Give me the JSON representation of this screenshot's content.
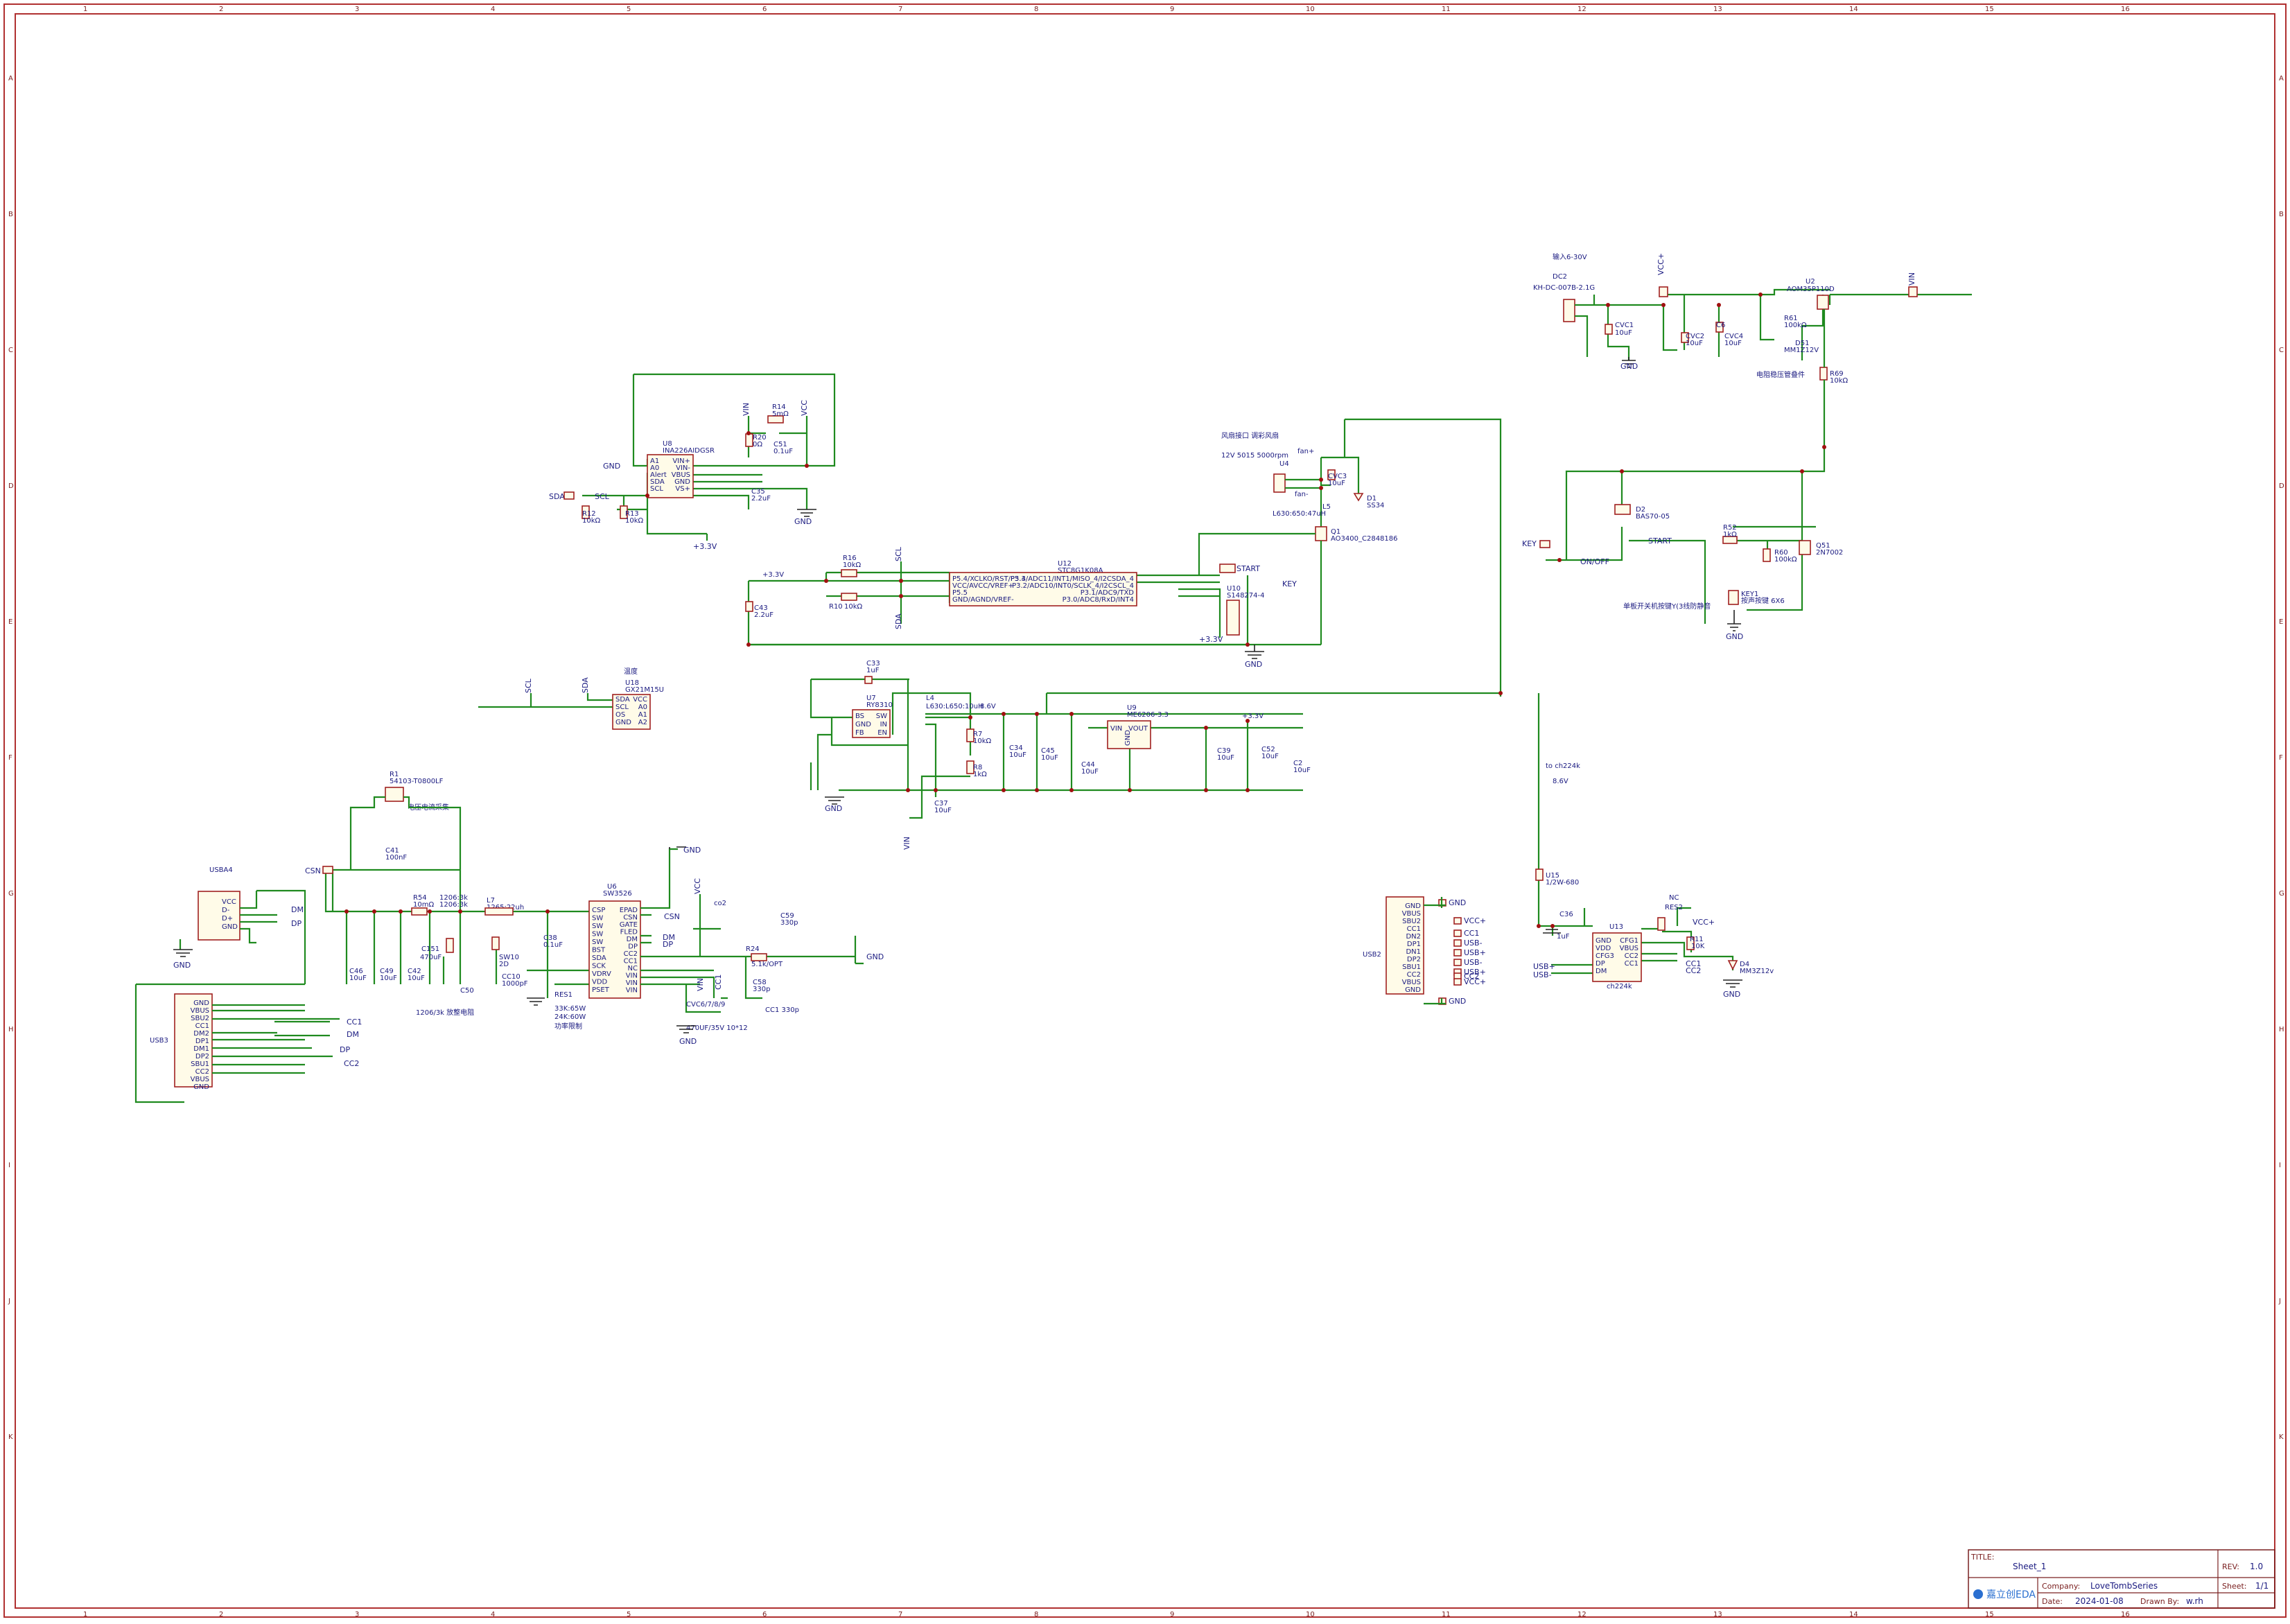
{
  "title_block": {
    "title_label": "TITLE:",
    "title": "Sheet_1",
    "rev_label": "REV:",
    "rev": "1.0",
    "company_label": "Company:",
    "company": "LoveTombSeries",
    "sheet_label": "Sheet:",
    "sheet": "1/1",
    "date_label": "Date:",
    "date": "2024-01-08",
    "drawn_label": "Drawn By:",
    "drawn_by": "w.rh",
    "logo_text": "嘉立创EDA"
  },
  "grid": {
    "columns": [
      "1",
      "2",
      "3",
      "4",
      "5",
      "6",
      "7",
      "8",
      "9",
      "10",
      "11",
      "12",
      "13",
      "14",
      "15",
      "16"
    ],
    "rows": [
      "A",
      "B",
      "C",
      "D",
      "E",
      "F",
      "G",
      "H",
      "I",
      "J",
      "K"
    ]
  },
  "colors": {
    "wire": "#1f8a1f",
    "part": "#a02020",
    "text": "#1a1a80",
    "frame": "#b03030"
  },
  "input": {
    "note": "输入6-30V",
    "dc_ref": "DC2",
    "dc_part": "KH-DC-007B-2.1G",
    "vccp": "VCC+",
    "u2_ref": "U2",
    "u2_part": "AOM35P110D",
    "vin": "VIN",
    "cvc1": "CVC1",
    "cvc1_val": "10uF",
    "cvc2": "CVC2",
    "cvc2_val": "10uF",
    "c6": "C6",
    "cvc4": "CVC4",
    "cvc4_val": "10uF",
    "r61": "R61",
    "r61_val": "100kΩ",
    "d51": "D51",
    "d51_val": "MM1Z12V",
    "note2": "电阻稳压管叠件",
    "r69": "R69",
    "r69_val": "10kΩ",
    "gnd": "GND"
  },
  "power_switch": {
    "key": "KEY",
    "d2": "D2",
    "d2_val": "BAS70-05",
    "onoff": "ON/OFF",
    "start": "START",
    "r52": "R52",
    "r52_val": "1kΩ",
    "r60": "R60",
    "r60_val": "100kΩ",
    "q51": "Q51",
    "q51_val": "2N7002",
    "key1": "KEY1",
    "key1_val": "按声按键 6X6",
    "note": "单板开关机按键Y(3线防静音",
    "gnd": "GND"
  },
  "fan": {
    "note1": "风扇接口 调彩风扇",
    "note2": "12V 5015 5000rpm",
    "u4": "U4",
    "fan_pos": "fan+",
    "fan_neg": "fan-",
    "cvc3": "CVC3",
    "cvc3_val": "10uF",
    "d1": "D1",
    "d1_val": "SS34",
    "l5": "L5",
    "l5_val": "L630:650:47uH",
    "q1": "Q1",
    "q1_val": "AO3400_C2848186"
  },
  "ina": {
    "u8": "U8",
    "u8_part": "INA226AIDGSR",
    "pins_left": [
      "A1",
      "A0",
      "Alert",
      "SDA",
      "SCL"
    ],
    "pins_right": [
      "VIN+",
      "VIN-",
      "VBUS",
      "GND",
      "VS+"
    ],
    "vin": "VIN",
    "vcc": "VCC",
    "r14": "R14",
    "r14_val": "5mΩ",
    "r20": "R20",
    "r20_val": "0Ω",
    "c51": "C51",
    "c51_val": "0.1uF",
    "c35": "C35",
    "c35_val": "2.2uF",
    "r12": "R12",
    "r12_val": "10kΩ",
    "r13": "R13",
    "r13_val": "10kΩ",
    "sda": "SDA",
    "scl": "SCL",
    "gnd": "GND",
    "p33": "+3.3V"
  },
  "mcu": {
    "u12": "U12",
    "u12_part": "STC8G1K08A",
    "pins_left": [
      "P5.4/XCLKO/RST/P5.4",
      "VCC/AVCC/VREF+",
      "P5.5",
      "GND/AGND/VREF-"
    ],
    "pins_right": [
      "P3.3/ADC11/INT1/MISO_4/I2CSDA_4",
      "P3.2/ADC10/INT0/SCLK_4/I2CSCL_4",
      "P3.1/ADC9/TXD",
      "P3.0/ADC8/RxD/INT4"
    ],
    "r16": "R16",
    "r16_val": "10kΩ",
    "r10": "R10",
    "r10_val": "10kΩ",
    "c43": "C43",
    "c43_val": "2.2uF",
    "p33": "+3.3V",
    "scl": "SCL",
    "sda": "SDA",
    "start": "START",
    "key": "KEY",
    "u10": "U10",
    "u10_part": "S148274-4",
    "gnd": "GND"
  },
  "temp": {
    "note": "温度",
    "scl": "SCL",
    "sda": "SDA",
    "u18": "U18",
    "u18_part": "GX21M15U",
    "pins_left": [
      "SDA",
      "SCL",
      "OS",
      "GND"
    ],
    "pins_right": [
      "VCC",
      "A0",
      "A1",
      "A2"
    ]
  },
  "buck": {
    "c33": "C33",
    "c33_val": "1uF",
    "u7": "U7",
    "u7_part": "RY8310",
    "pins": [
      "BS",
      "GND",
      "FB",
      "SW",
      "IN",
      "EN"
    ],
    "l4": "L4",
    "l4_val": "L630:L650:10uH",
    "v86": "8.6V",
    "r7": "R7",
    "r7_val": "10kΩ",
    "r8": "R8",
    "r8_val": "1kΩ",
    "c34": "C34",
    "c34_val": "10uF",
    "c45": "C45",
    "c45_val": "10uF",
    "c37": "C37",
    "c37_val": "10uF",
    "vin": "VIN",
    "gnd": "GND"
  },
  "ldo": {
    "u9": "U9",
    "u9_part": "ME6206-3.3",
    "pins": [
      "VIN",
      "VOUT",
      "GND"
    ],
    "c44": "C44",
    "c44_val": "10uF",
    "c39": "C39",
    "c39_val": "10uF",
    "c52": "C52",
    "c52_val": "10uF",
    "c2": "C2",
    "c2_val": "10uF",
    "p33": "+3.3V"
  },
  "sense": {
    "r1": "R1",
    "r1_part": "54103-T0800LF",
    "note": "电压电流采集",
    "csn": "CSN",
    "c41": "C41",
    "c41_val": "100nF",
    "r54": "R54",
    "r54_val": "10mΩ",
    "r1206": "1206:3k",
    "l7": "L7",
    "l7_val": "1265:22uh",
    "c151": "C151",
    "c151_val": "470uF",
    "c46": "C46",
    "c46_val": "10uF",
    "c49": "C49",
    "c49_val": "10uF",
    "c42": "C42",
    "c42_val": "10uF",
    "c50": "C50",
    "note2": "1206/3k 放整电阻",
    "sw10": "SW10",
    "sw10_val": "2D",
    "cc10": "CC10",
    "cc10_val": "1000pF",
    "c38": "C38",
    "c38_val": "0.1uF"
  },
  "pd": {
    "u6": "U6",
    "u6_part": "SW3526",
    "pins_left": [
      "CSP",
      "SW",
      "SW",
      "SW",
      "SW",
      "BST",
      "SDA",
      "SCK",
      "VDRV",
      "VDD",
      "PSET"
    ],
    "pins_right": [
      "EPAD",
      "CSN",
      "GATE",
      "FLED",
      "DM",
      "DP",
      "CC2",
      "CC1",
      "NC",
      "VIN",
      "VIN",
      "VIN"
    ],
    "gnd": "GND",
    "vccp": "VCC",
    "co2": "co2",
    "csn": "CSN",
    "dm": "DM",
    "dp": "DP",
    "cc2": "CC2",
    "cc1": "CC1",
    "vin": "VIN",
    "c59": "C59",
    "c59_val": "330p",
    "r24": "R24",
    "r24_val": "5.1k/OPT",
    "c58": "C58",
    "c58_val": "330p",
    "cc1_val": "CC1 330p",
    "res1": "RES1",
    "res1_note1": "33K:65W",
    "res1_note2": "24K:60W",
    "res1_note3": "功率限制",
    "cvc": "CVC6/7/8/9",
    "cvc_val": "470UF/35V 10*12"
  },
  "usba": {
    "ref": "USBA4",
    "pins": [
      "VCC",
      "D-",
      "D+",
      "GND"
    ],
    "dm": "DM",
    "dp": "DP",
    "gnd": "GND"
  },
  "usbc1": {
    "ref": "USB3",
    "pins": [
      "GND",
      "VBUS",
      "SBU2",
      "CC1",
      "DM2",
      "DP1",
      "DM1",
      "DP2",
      "SBU1",
      "CC2",
      "VBUS",
      "GND"
    ],
    "cc1": "CC1",
    "dm": "DM",
    "dp": "DP",
    "cc2": "CC2"
  },
  "usbc2": {
    "ref": "USB2",
    "pins": [
      "GND",
      "VBUS",
      "SBU2",
      "CC1",
      "DN2",
      "DP1",
      "DN1",
      "DP2",
      "SBU1",
      "CC2",
      "VBUS",
      "GND"
    ],
    "nets": [
      "GND",
      "VCC+",
      "CC1",
      "USB-",
      "USB+",
      "USB-",
      "USB+",
      "CC2",
      "VCC+",
      "GND"
    ]
  },
  "ch224": {
    "note": "to ch224k",
    "v86": "8.6V",
    "u15": "U15",
    "u15_val": "1/2W-680",
    "c36": "C36",
    "c36_val": "1uF",
    "u13": "U13",
    "u13_part": "ch224k",
    "pins_left": [
      "GND",
      "VDD",
      "CFG3",
      "DP",
      "DM"
    ],
    "pins_right": [
      "CFG1",
      "VBUS",
      "CC2",
      "CC1"
    ],
    "nc": "NC",
    "res2": "RES2",
    "r11": "R11",
    "r11_val": "10K",
    "d4": "D4",
    "d4_val": "MM3Z12v",
    "vccp": "VCC+",
    "usbp": "USB+",
    "usbm": "USB-",
    "cc1": "CC1",
    "cc2": "CC2",
    "gnd": "GND"
  }
}
